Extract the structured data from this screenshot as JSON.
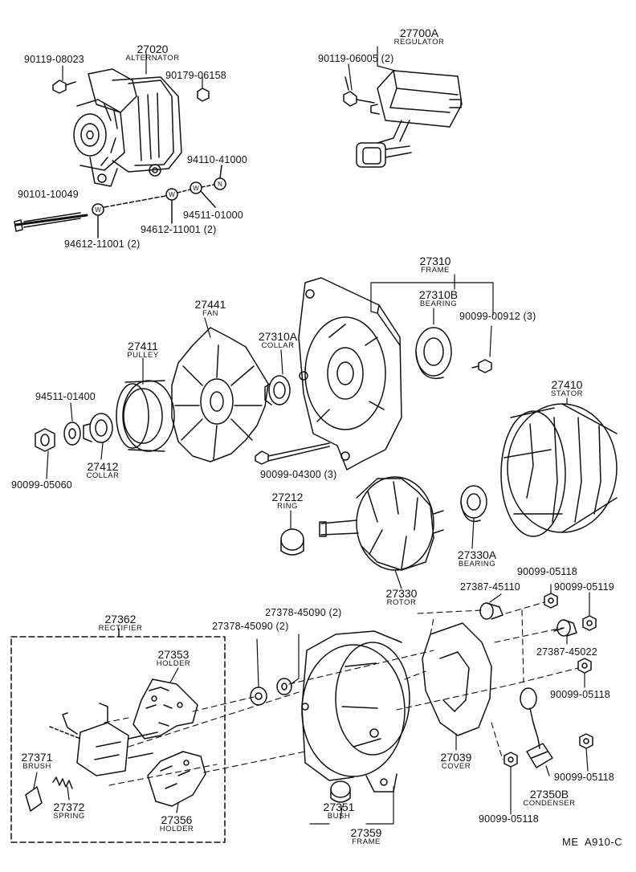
{
  "parts": {
    "alternator": {
      "num": "27020",
      "name": "ALTERNATOR"
    },
    "regulator": {
      "num": "27700A",
      "name": "REGULATOR"
    },
    "frame_front": {
      "num": "27310",
      "name": "FRAME"
    },
    "bearing_front": {
      "num": "27310B",
      "name": "BEARING"
    },
    "fan": {
      "num": "27441",
      "name": "FAN"
    },
    "collar_a": {
      "num": "27310A",
      "name": "COLLAR"
    },
    "pulley": {
      "num": "27411",
      "name": "PULLEY"
    },
    "stator": {
      "num": "27410",
      "name": "STATOR"
    },
    "collar": {
      "num": "27412",
      "name": "COLLAR"
    },
    "ring": {
      "num": "27212",
      "name": "RING"
    },
    "bearing_rear": {
      "num": "27330A",
      "name": "BEARING"
    },
    "rotor": {
      "num": "27330",
      "name": "ROTOR"
    },
    "rectifier": {
      "num": "27362",
      "name": "RECTIFIER"
    },
    "holder_upper": {
      "num": "27353",
      "name": "HOLDER"
    },
    "brush": {
      "num": "27371",
      "name": "BRUSH"
    },
    "spring": {
      "num": "27372",
      "name": "SPRING"
    },
    "holder_lower": {
      "num": "27356",
      "name": "HOLDER"
    },
    "bush": {
      "num": "27351",
      "name": "BUSH"
    },
    "frame_rear": {
      "num": "27359",
      "name": "FRAME"
    },
    "cover": {
      "num": "27039",
      "name": "COVER"
    },
    "condenser": {
      "num": "27350B",
      "name": "CONDENSER"
    }
  },
  "hardware": {
    "bolt_90119_08023": "90119-08023",
    "nut_90179_06158": "90179-06158",
    "screw_90119_06005": "90119-06005 (2)",
    "nut_94110_41000": "94110-41000",
    "bolt_90101_10049": "90101-10049",
    "washer_94511_01000": "94511-01000",
    "washer_94612_11001_a": "94612-11001 (2)",
    "washer_94612_11001_b": "94612-11001 (2)",
    "screw_90099_00912": "90099-00912 (3)",
    "washer_94511_01400": "94511-01400",
    "nut_90099_05060": "90099-05060",
    "bolt_90099_04300": "90099-04300 (3)",
    "insulator_27378_a": "27378-45090 (2)",
    "insulator_27378_b": "27378-45090 (2)",
    "nut_90099_05118_a": "90099-05118",
    "terminal_27387_45110": "27387-45110",
    "nut_90099_05119": "90099-05119",
    "terminal_27387_45022": "27387-45022",
    "nut_90099_05118_b": "90099-05118",
    "nut_90099_05118_c": "90099-05118",
    "nut_90099_05118_d": "90099-05118"
  },
  "marks": {
    "washer_w": "W",
    "nut_n": "N"
  },
  "reference": "ME  A910-C"
}
